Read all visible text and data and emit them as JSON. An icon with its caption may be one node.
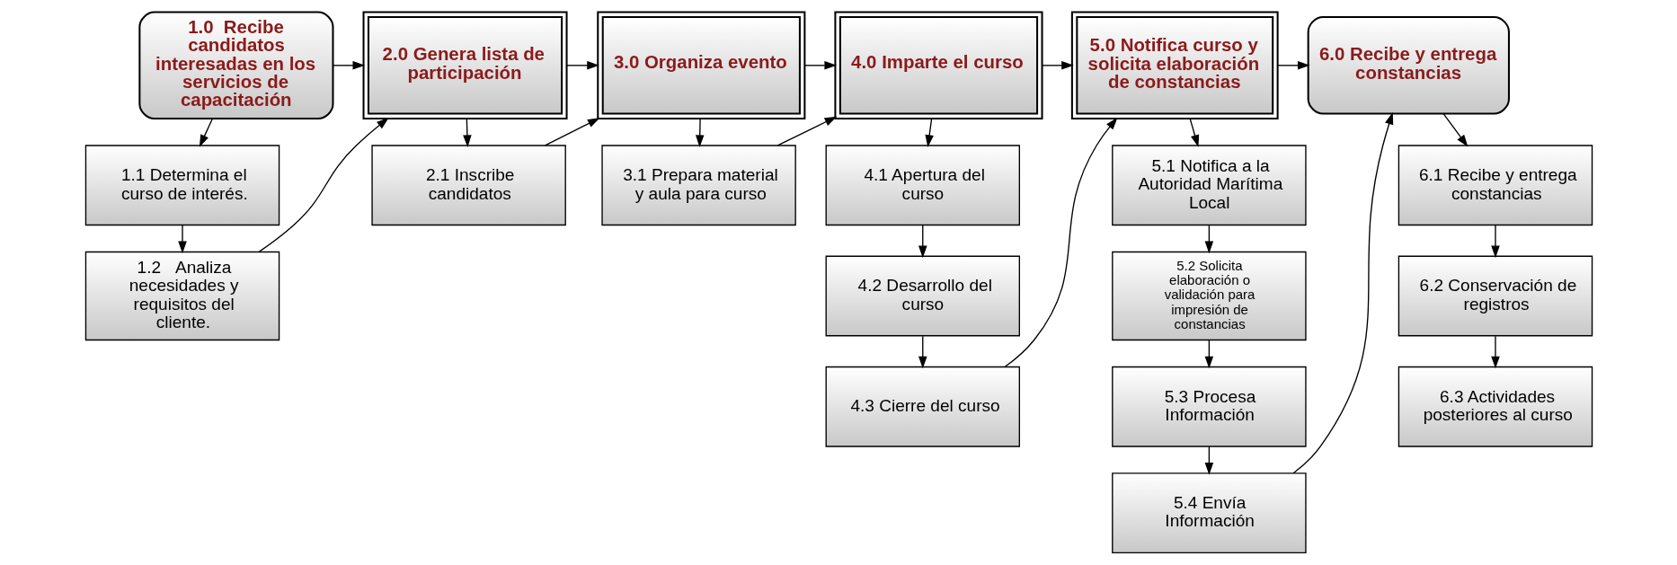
{
  "diagram": {
    "nodes": [
      {
        "text": [
          "1.0  Recibe candidatos interesadas en los servicios de capacitación"
        ]
      },
      {
        "text": [
          "1.1 Determina el curso de interés."
        ]
      },
      {
        "text": [
          "1.2   Analiza necesidades y requisitos del cliente."
        ]
      },
      {
        "text": [
          "2.0 Genera lista de participación"
        ]
      },
      {
        "text": [
          "2.1 Inscribe candidatos"
        ]
      },
      {
        "text": [
          "3.0 Organiza evento"
        ]
      },
      {
        "text": [
          "3.1 Prepara material y aula para curso"
        ]
      },
      {
        "text": [
          "4.0 Imparte el curso"
        ]
      },
      {
        "text": [
          "4.1 Apertura del curso"
        ]
      },
      {
        "text": [
          "4.2 Desarrollo del curso"
        ]
      },
      {
        "text": [
          "4.3 Cierre del curso"
        ]
      },
      {
        "text": [
          "5.0 Notifica curso y solicita elaboración de constancias"
        ]
      },
      {
        "text": [
          "5.1 Notifica a la Autoridad Marítima Local"
        ]
      },
      {
        "text": [
          "5.2 Solicita elaboración o validación para impresión de constancias"
        ]
      },
      {
        "text": [
          "5.3 Procesa Información"
        ]
      },
      {
        "text": [
          "5.4 Envía Información"
        ]
      },
      {
        "text": [
          "6.0 Recibe y entrega constancias"
        ]
      },
      {
        "text": [
          "6.1 Recibe y entrega constancias"
        ]
      },
      {
        "text": [
          "6.2 Conservación de registros"
        ]
      },
      {
        "text": [
          "6.3 Actividades posteriores al curso"
        ]
      }
    ],
    "edges": [
      {
        "from": 0,
        "to": 1,
        "arrow": "to"
      },
      {
        "from": 1,
        "to": 2,
        "arrow": "to"
      },
      {
        "from": 0,
        "to": 3,
        "arrow": "to"
      },
      {
        "from": 2,
        "to": 3,
        "arrow": "to"
      },
      {
        "from": 3,
        "to": 4,
        "arrow": "to"
      },
      {
        "from": 3,
        "to": 5,
        "arrow": "to"
      },
      {
        "from": 4,
        "to": 5,
        "arrow": "to"
      },
      {
        "from": 5,
        "to": 6,
        "arrow": "to"
      },
      {
        "from": 5,
        "to": 7,
        "arrow": "to"
      },
      {
        "from": 6,
        "to": 7,
        "arrow": "to"
      },
      {
        "from": 7,
        "to": 8,
        "arrow": "to"
      },
      {
        "from": 8,
        "to": 9,
        "arrow": "to"
      },
      {
        "from": 9,
        "to": 10,
        "arrow": "to"
      },
      {
        "from": 7,
        "to": 11,
        "arrow": "to"
      },
      {
        "from": 10,
        "to": 11,
        "arrow": "to"
      },
      {
        "from": 11,
        "to": 12,
        "arrow": "to"
      },
      {
        "from": 12,
        "to": 13,
        "arrow": "to"
      },
      {
        "from": 13,
        "to": 14,
        "arrow": "to"
      },
      {
        "from": 14,
        "to": 15,
        "arrow": "to"
      },
      {
        "from": 11,
        "to": 16,
        "arrow": "to"
      },
      {
        "from": 15,
        "to": 16,
        "arrow": "to"
      },
      {
        "from": 16,
        "to": 17,
        "arrow": "to"
      },
      {
        "from": 17,
        "to": 18,
        "arrow": "to"
      },
      {
        "from": 18,
        "to": 19,
        "arrow": "to"
      }
    ]
  }
}
